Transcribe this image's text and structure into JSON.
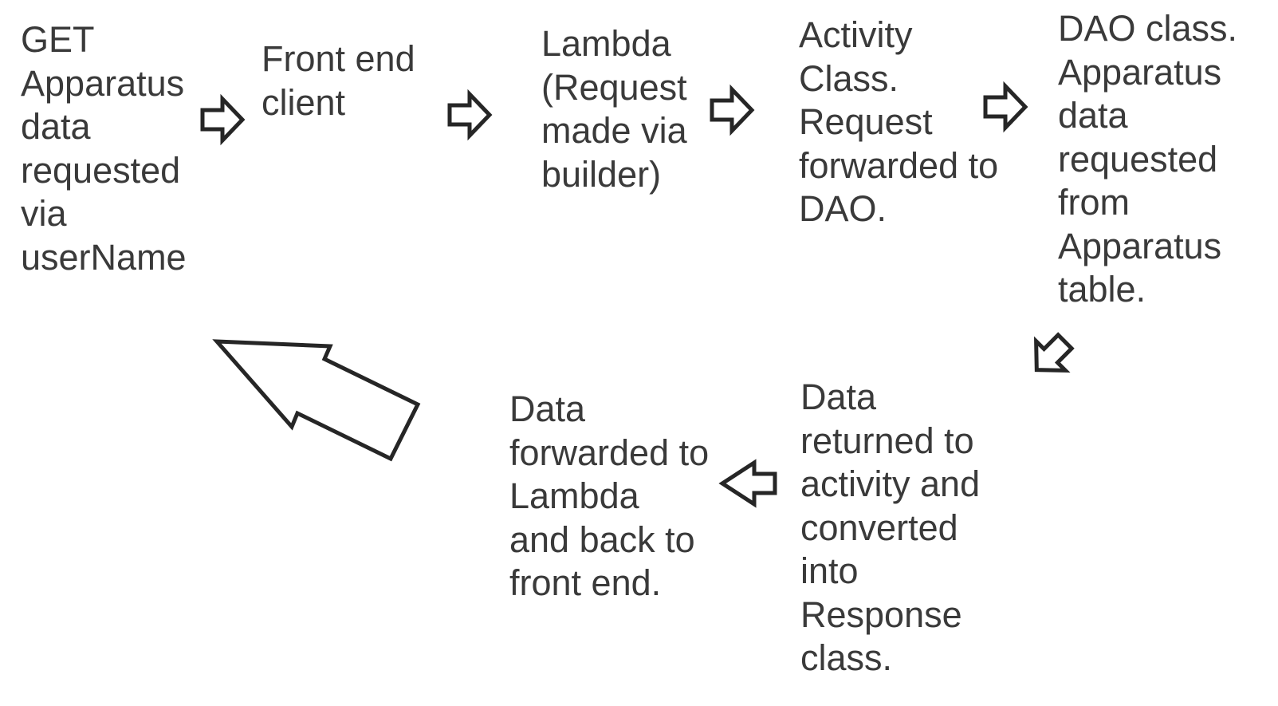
{
  "steps": [
    {
      "id": "get-request",
      "text": "GET\nApparatus\ndata\nrequested\nvia\nuserName"
    },
    {
      "id": "front-end-client",
      "text": "Front end\nclient"
    },
    {
      "id": "lambda",
      "text": "Lambda\n(Request\nmade via\nbuilder)"
    },
    {
      "id": "activity-class",
      "text": "Activity\nClass.\nRequest\nforwarded to\nDAO."
    },
    {
      "id": "dao-class",
      "text": "DAO class.\nApparatus\ndata\nrequested\nfrom\nApparatus\ntable."
    },
    {
      "id": "data-returned",
      "text": "Data\nreturned to\nactivity and\nconverted\ninto\nResponse\nclass."
    },
    {
      "id": "data-forwarded",
      "text": "Data\nforwarded to\nLambda\nand back to\nfront end."
    }
  ],
  "colors": {
    "text": "#3a3a3a",
    "arrow_stroke": "#262626",
    "arrow_fill": "#ffffff",
    "background": "#ffffff"
  },
  "icons": {
    "arrow": "outlined-block-arrow"
  }
}
